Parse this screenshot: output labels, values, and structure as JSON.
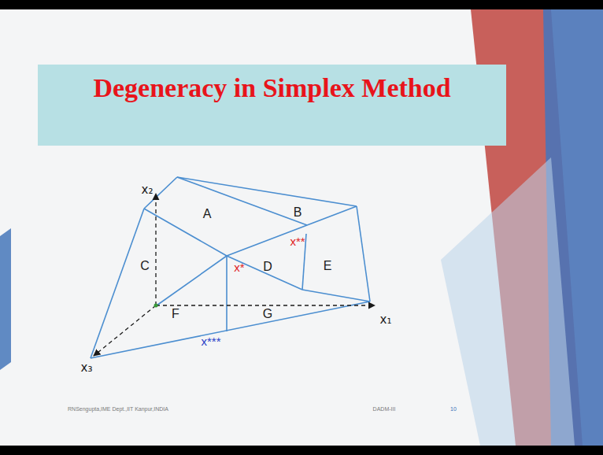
{
  "diagram": {
    "title": "Degeneracy in Simplex Method",
    "labels": [
      "x₂",
      "A",
      "B",
      "x**",
      "C",
      "x*",
      "D",
      "E",
      "F",
      "G",
      "x₁",
      "x***",
      "x₃",
      "RNSengupta,IME Dept.,IIT Kanpur,INDIA",
      "DADM-III",
      "10"
    ]
  }
}
